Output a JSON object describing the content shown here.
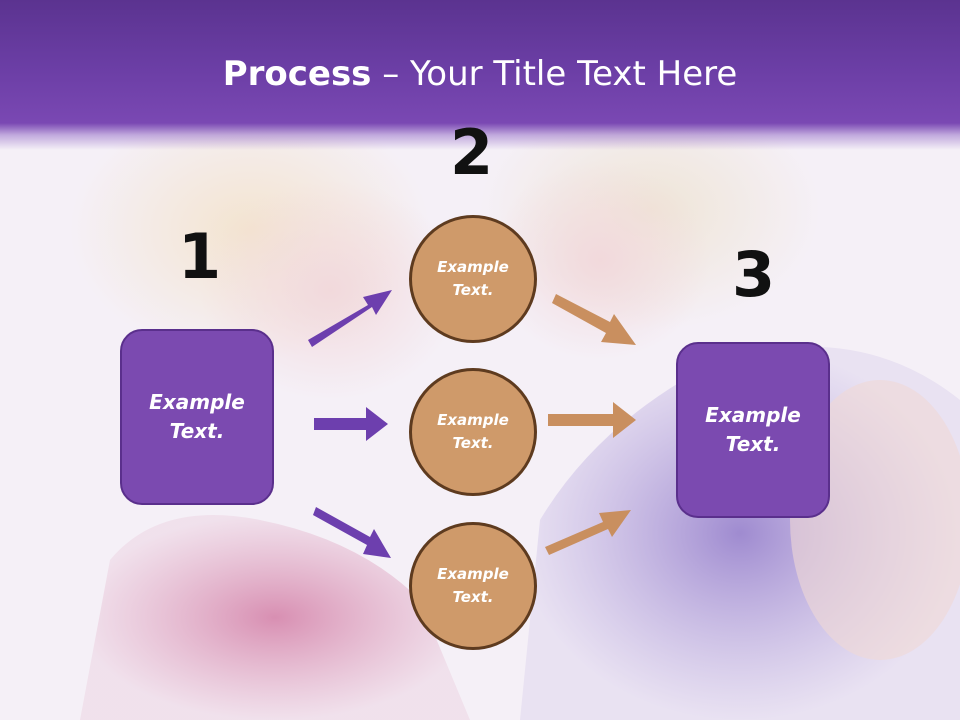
{
  "title": {
    "bold": "Process",
    "rest": " – Your Title Text Here"
  },
  "numbers": [
    "1",
    "2",
    "3"
  ],
  "left_box": {
    "text": "Example Text."
  },
  "circles": [
    {
      "text": "Example Text."
    },
    {
      "text": "Example Text."
    },
    {
      "text": "Example Text."
    }
  ],
  "right_box": {
    "text": "Example Text."
  },
  "colors": {
    "purple": "#7b4ab0",
    "orange": "#cf9a6a",
    "title_bar": "#6b3ea5",
    "arrow_purple": "#6d3fae",
    "arrow_orange": "#c98f5f"
  }
}
